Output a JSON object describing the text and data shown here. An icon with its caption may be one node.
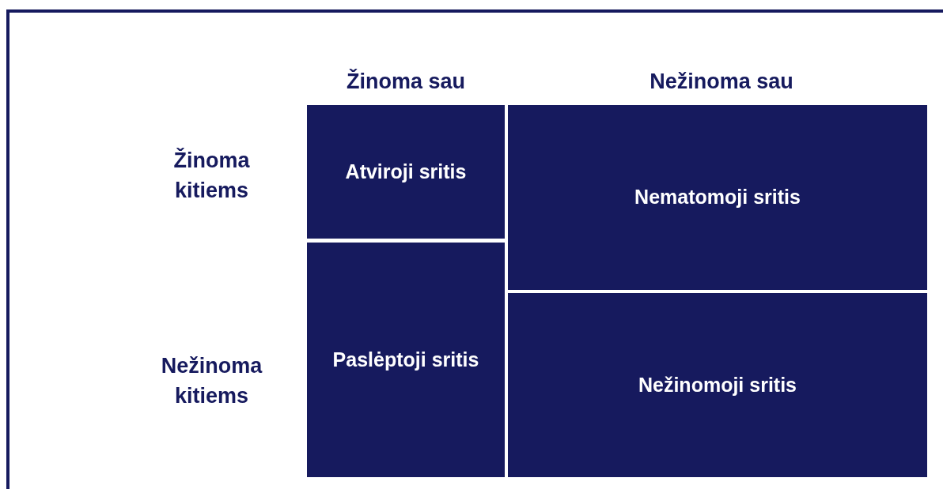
{
  "diagram": {
    "nodes": [
      {
        "text": [
          "Atviroji sritis"
        ]
      },
      {
        "text": [
          "Nematomoji sritis"
        ]
      },
      {
        "text": [
          "Paslėptoji sritis"
        ]
      },
      {
        "text": [
          "Nežinomoji sritis"
        ]
      }
    ],
    "labels": [
      "Žinoma sau",
      "Nežinoma sau",
      "Žinoma kitiems",
      "Nežinoma kitiems"
    ]
  }
}
